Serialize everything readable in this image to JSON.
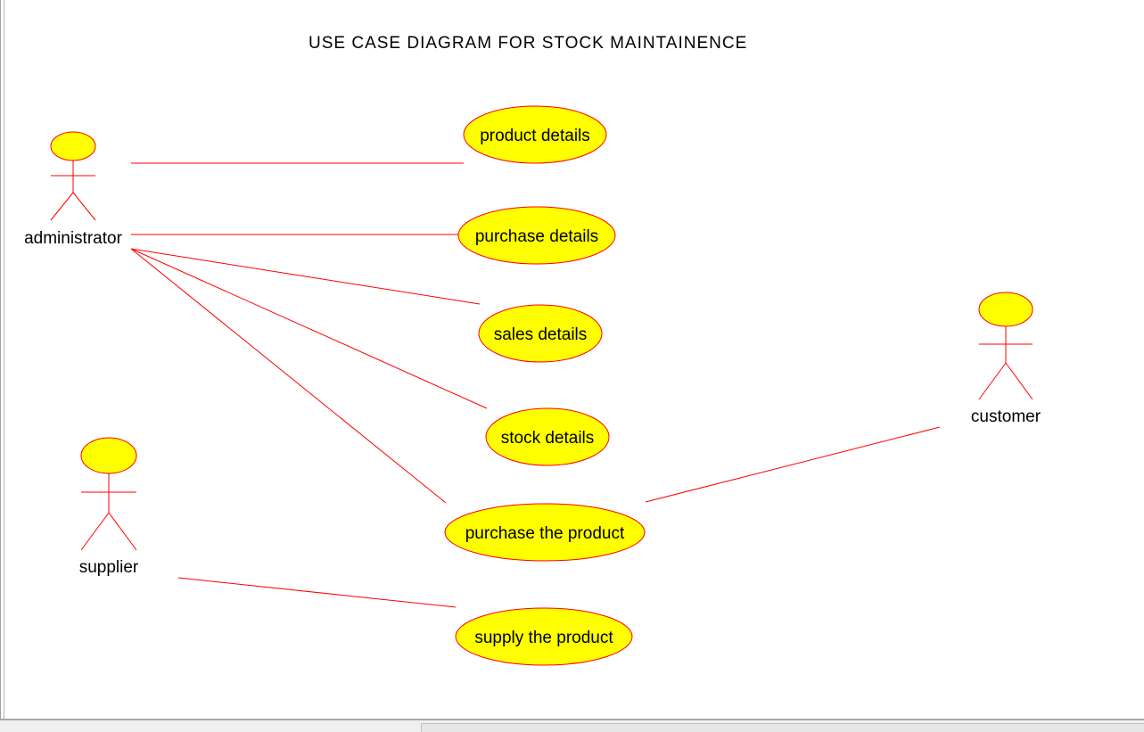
{
  "title": "USE CASE DIAGRAM FOR STOCK MAINTAINENCE",
  "colors": {
    "line": "#ff0000",
    "fill": "#ffff00",
    "text": "#000000"
  },
  "actors": [
    {
      "id": "administrator",
      "label": "administrator"
    },
    {
      "id": "supplier",
      "label": "supplier"
    },
    {
      "id": "customer",
      "label": "customer"
    }
  ],
  "use_cases": [
    {
      "id": "product-details",
      "label": "product details"
    },
    {
      "id": "purchase-details",
      "label": "purchase details"
    },
    {
      "id": "sales-details",
      "label": "sales details"
    },
    {
      "id": "stock-details",
      "label": "stock details"
    },
    {
      "id": "purchase-the-product",
      "label": "purchase the product"
    },
    {
      "id": "supply-the-product",
      "label": "supply the product"
    }
  ],
  "associations": [
    {
      "from": "administrator",
      "to": "product-details"
    },
    {
      "from": "administrator",
      "to": "purchase-details"
    },
    {
      "from": "administrator",
      "to": "sales-details"
    },
    {
      "from": "administrator",
      "to": "stock-details"
    },
    {
      "from": "administrator",
      "to": "purchase-the-product"
    },
    {
      "from": "customer",
      "to": "purchase-the-product"
    },
    {
      "from": "supplier",
      "to": "supply-the-product"
    }
  ]
}
